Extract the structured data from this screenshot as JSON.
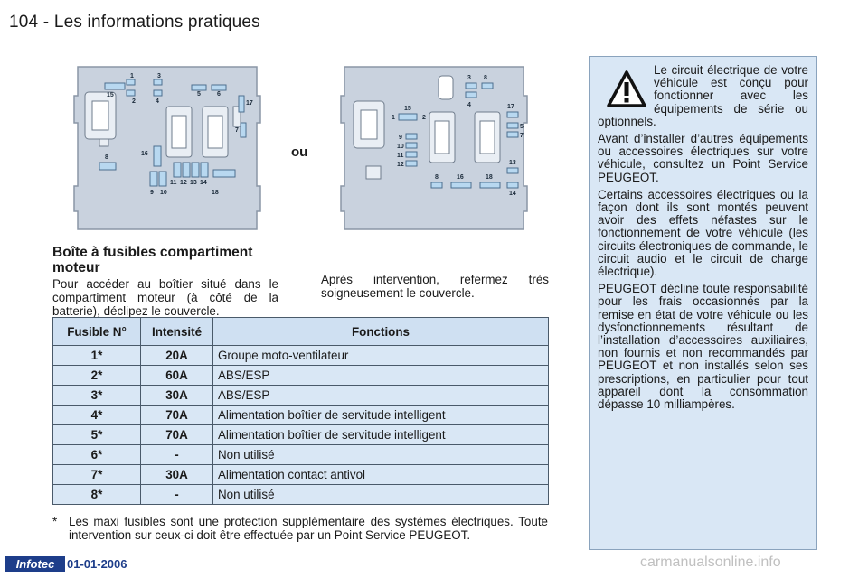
{
  "header": {
    "page_number": "104",
    "separator": "-",
    "title": "Les informations pratiques"
  },
  "diagram_a": {
    "labels": [
      "1",
      "3",
      "15",
      "2",
      "4",
      "5",
      "6",
      "17",
      "7",
      "16",
      "8",
      "11",
      "12",
      "13",
      "14",
      "9",
      "10",
      "18"
    ]
  },
  "diagram_b": {
    "labels": [
      "3",
      "8",
      "15",
      "1",
      "2",
      "4",
      "17",
      "5",
      "7",
      "9",
      "10",
      "11",
      "12",
      "13",
      "8",
      "16",
      "18",
      "14"
    ]
  },
  "diagrams_connector": "ou",
  "section": {
    "title": "Boîte à fusibles compartiment moteur",
    "intro": "Pour accéder au boîtier situé dans le compartiment moteur (à côté de la batterie), déclipez le couvercle.",
    "after_text": "Après intervention, refermez très soigneusement le couvercle."
  },
  "table": {
    "headers": [
      "Fusible N°",
      "Intensité",
      "Fonctions"
    ],
    "rows": [
      [
        "1*",
        "20A",
        "Groupe moto-ventilateur"
      ],
      [
        "2*",
        "60A",
        "ABS/ESP"
      ],
      [
        "3*",
        "30A",
        "ABS/ESP"
      ],
      [
        "4*",
        "70A",
        "Alimentation boîtier de servitude intelligent"
      ],
      [
        "5*",
        "70A",
        "Alimentation boîtier de servitude intelligent"
      ],
      [
        "6*",
        "-",
        "Non utilisé"
      ],
      [
        "7*",
        "30A",
        "Alimentation contact antivol"
      ],
      [
        "8*",
        "-",
        "Non utilisé"
      ]
    ]
  },
  "footnote": {
    "marker": "*",
    "text": "Les maxi fusibles sont une protection supplémentaire des systèmes électriques. Toute intervention sur ceux-ci doit être effectuée par un Point Service PEUGEOT."
  },
  "warning": {
    "icon": "warning-triangle-icon",
    "paragraphs": [
      "Le circuit électrique de votre véhicule est conçu pour fonctionner avec les équipements de série ou optionnels.",
      "Avant d’installer d’autres équipements ou accessoires électriques sur votre véhicule, consultez un Point Service PEUGEOT.",
      "Certains accessoires électriques ou la façon dont ils sont montés peuvent avoir des effets néfastes sur le fonctionnement de votre véhicule (les circuits électroniques de commande, le circuit audio et le circuit de charge électrique).",
      "PEUGEOT décline toute responsabilité pour les frais occasionnés par la remise en état de votre véhicule ou les dysfonctionnements résultant de l’installation d’accessoires auxiliaires, non fournis et non recommandés par PEUGEOT et non installés selon ses prescriptions, en particulier pour tout appareil dont la consommation dépasse 10 milliampères."
    ]
  },
  "footer": {
    "badge": "Infotec",
    "date": "01-01-2006",
    "watermark": "carmanualsonline.info"
  },
  "colors": {
    "panel": "#d9e7f5",
    "diagram_bg": "#c9d2de",
    "fuse_fill": "#b8d8f0",
    "footer_blue": "#1d3d8a"
  }
}
